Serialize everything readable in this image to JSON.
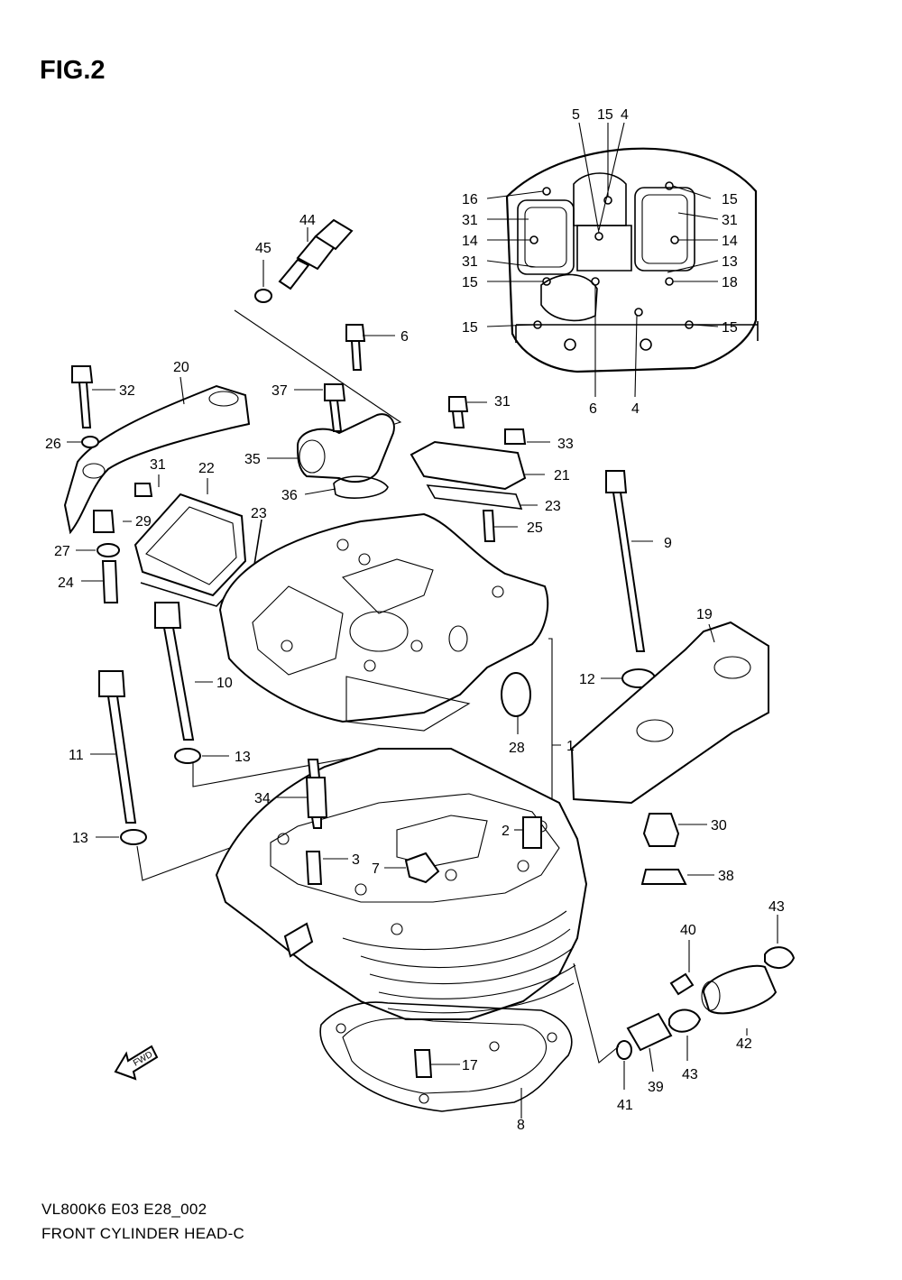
{
  "figure": {
    "title": "FIG.2",
    "code": "VL800K6 E03 E28_002",
    "name": "FRONT CYLINDER HEAD-C",
    "fwd_arrow_text": "FWD"
  },
  "callouts": [
    {
      "id": "c-5",
      "text": "5"
    },
    {
      "id": "c-15a",
      "text": "15"
    },
    {
      "id": "c-4a",
      "text": "4"
    },
    {
      "id": "c-16",
      "text": "16"
    },
    {
      "id": "c-15b",
      "text": "15"
    },
    {
      "id": "c-31a",
      "text": "31"
    },
    {
      "id": "c-31b",
      "text": "31"
    },
    {
      "id": "c-14a",
      "text": "14"
    },
    {
      "id": "c-14b",
      "text": "14"
    },
    {
      "id": "c-31c",
      "text": "31"
    },
    {
      "id": "c-13a",
      "text": "13"
    },
    {
      "id": "c-15c",
      "text": "15"
    },
    {
      "id": "c-18",
      "text": "18"
    },
    {
      "id": "c-15d",
      "text": "15"
    },
    {
      "id": "c-15e",
      "text": "15"
    },
    {
      "id": "c-6a",
      "text": "6"
    },
    {
      "id": "c-4b",
      "text": "4"
    },
    {
      "id": "c-44",
      "text": "44"
    },
    {
      "id": "c-45",
      "text": "45"
    },
    {
      "id": "c-6b",
      "text": "6"
    },
    {
      "id": "c-20",
      "text": "20"
    },
    {
      "id": "c-32",
      "text": "32"
    },
    {
      "id": "c-37",
      "text": "37"
    },
    {
      "id": "c-31d",
      "text": "31"
    },
    {
      "id": "c-26",
      "text": "26"
    },
    {
      "id": "c-33",
      "text": "33"
    },
    {
      "id": "c-35",
      "text": "35"
    },
    {
      "id": "c-31e",
      "text": "31"
    },
    {
      "id": "c-22",
      "text": "22"
    },
    {
      "id": "c-21",
      "text": "21"
    },
    {
      "id": "c-36",
      "text": "36"
    },
    {
      "id": "c-23a",
      "text": "23"
    },
    {
      "id": "c-23b",
      "text": "23"
    },
    {
      "id": "c-29",
      "text": "29"
    },
    {
      "id": "c-25",
      "text": "25"
    },
    {
      "id": "c-27",
      "text": "27"
    },
    {
      "id": "c-9",
      "text": "9"
    },
    {
      "id": "c-24",
      "text": "24"
    },
    {
      "id": "c-19",
      "text": "19"
    },
    {
      "id": "c-10",
      "text": "10"
    },
    {
      "id": "c-12",
      "text": "12"
    },
    {
      "id": "c-1",
      "text": "1"
    },
    {
      "id": "c-28",
      "text": "28"
    },
    {
      "id": "c-11",
      "text": "11"
    },
    {
      "id": "c-13b",
      "text": "13"
    },
    {
      "id": "c-34",
      "text": "34"
    },
    {
      "id": "c-2",
      "text": "2"
    },
    {
      "id": "c-30",
      "text": "30"
    },
    {
      "id": "c-13c",
      "text": "13"
    },
    {
      "id": "c-3",
      "text": "3"
    },
    {
      "id": "c-7",
      "text": "7"
    },
    {
      "id": "c-38",
      "text": "38"
    },
    {
      "id": "c-43a",
      "text": "43"
    },
    {
      "id": "c-40",
      "text": "40"
    },
    {
      "id": "c-42",
      "text": "42"
    },
    {
      "id": "c-43b",
      "text": "43"
    },
    {
      "id": "c-17",
      "text": "17"
    },
    {
      "id": "c-39",
      "text": "39"
    },
    {
      "id": "c-41",
      "text": "41"
    },
    {
      "id": "c-8",
      "text": "8"
    }
  ]
}
